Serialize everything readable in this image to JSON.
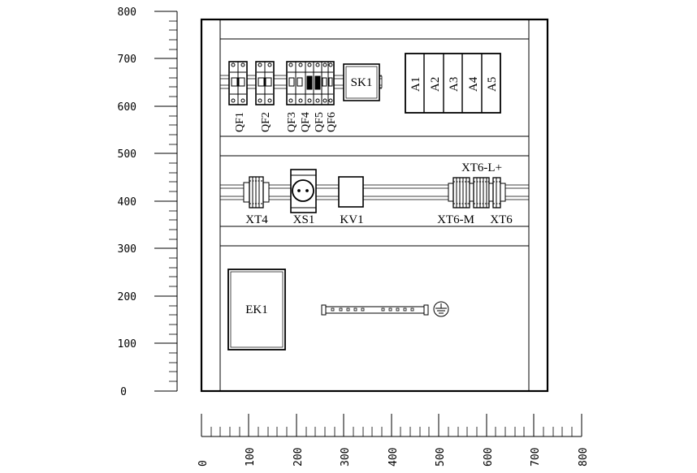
{
  "left_ruler": {
    "labels": [
      "800",
      "700",
      "600",
      "500",
      "400",
      "300",
      "200",
      "100",
      "0"
    ]
  },
  "bottom_ruler": {
    "labels": [
      "0",
      "100",
      "200",
      "300",
      "400",
      "500",
      "600",
      "700",
      "800"
    ]
  },
  "components": {
    "qf1": "QF1",
    "qf2": "QF2",
    "qf3": "QF3",
    "qf4": "QF4",
    "qf5": "QF5",
    "qf6": "QF6",
    "sk1": "SK1",
    "a1": "A1",
    "a2": "A2",
    "a3": "A3",
    "a4": "A4",
    "a5": "A5",
    "xt4": "XT4",
    "xs1": "XS1",
    "kv1": "KV1",
    "xt6_l": "XT6-L+",
    "xt6_m": "XT6-M",
    "xt6": "XT6",
    "ek1": "EK1"
  }
}
